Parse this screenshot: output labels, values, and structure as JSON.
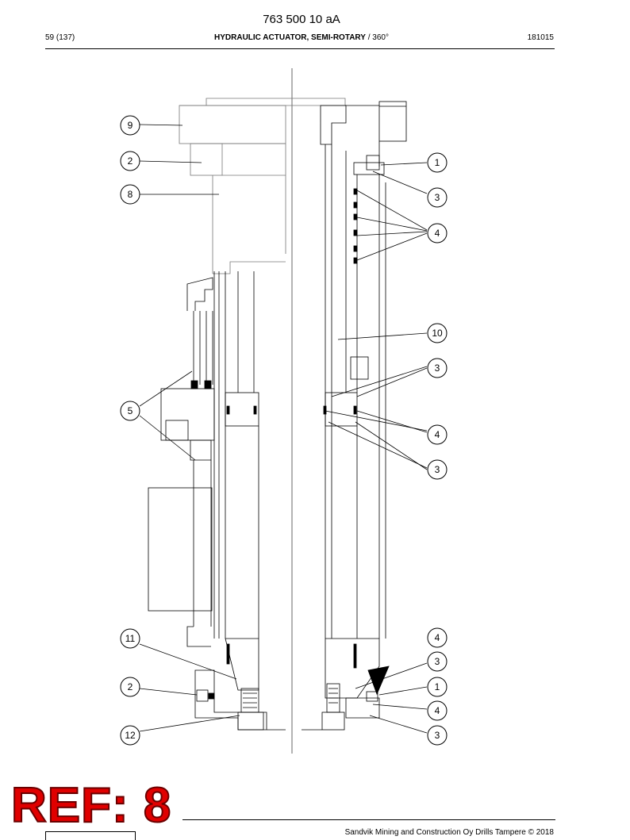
{
  "header": {
    "doc_number": "763 500 10 aA",
    "page": "59 (137)",
    "title": "HYDRAULIC ACTUATOR, SEMI-ROTARY",
    "title_suffix": " / 360°",
    "date": "181015"
  },
  "callouts": [
    "9",
    "2",
    "8",
    "5",
    "11",
    "2",
    "12",
    "1",
    "3",
    "4",
    "10",
    "3",
    "4",
    "3",
    "4",
    "3",
    "1",
    "4",
    "3"
  ],
  "stamp": "REF: 8",
  "footer": "Sandvik Mining and Construction Oy Drills Tampere © 2018"
}
